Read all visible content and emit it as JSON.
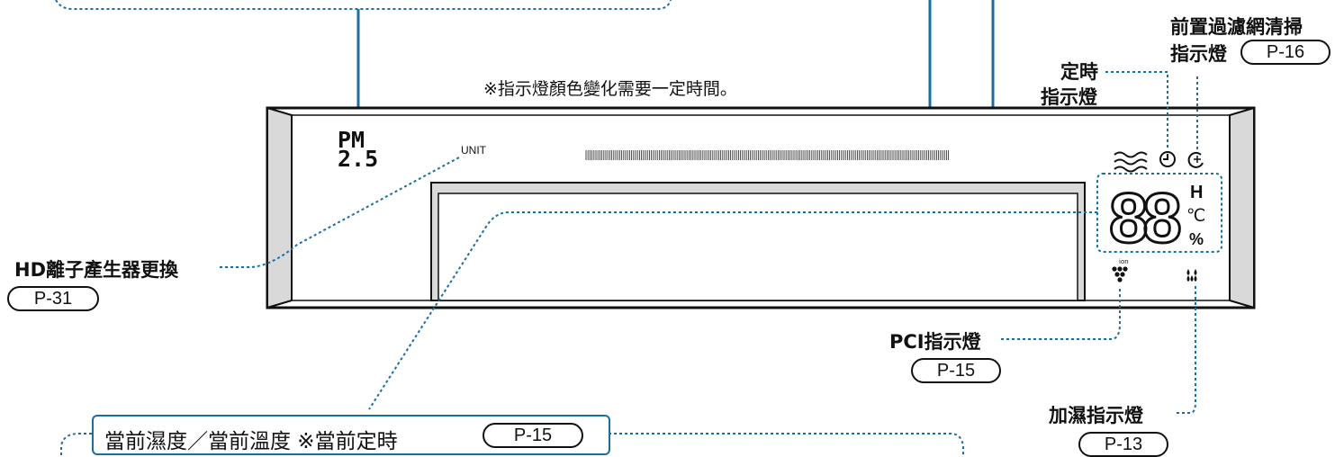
{
  "note": "※指示燈顏色變化需要一定時間。",
  "panel": {
    "pm_line1": "PM",
    "pm_line2": "2.5",
    "unit_text": "UNIT",
    "display_digits": "88",
    "unit_h": "H",
    "unit_c": "℃",
    "unit_pct": "%",
    "ion_label": "ion"
  },
  "labels": {
    "hd_ion": "HD離子產生器更換",
    "hd_ion_ref": "P-31",
    "timer_line1": "定時",
    "timer_line2": "指示燈",
    "prefilter_line1": "前置過濾網清掃",
    "prefilter_line2": "指示燈",
    "prefilter_ref": "P-16",
    "pci": "PCI指示燈",
    "pci_ref": "P-15",
    "humidify": "加濕指示燈",
    "humidify_ref": "P-13",
    "current": "當前濕度／當前溫度 ※當前定時",
    "current_ref": "P-15"
  },
  "colors": {
    "leader_blue": "#1a6fa0",
    "panel_gray": "#d9d9d9",
    "outline": "#111111"
  }
}
